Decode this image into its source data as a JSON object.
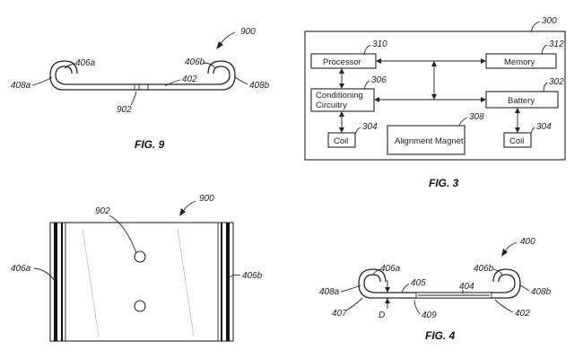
{
  "fig9": {
    "ref": "900",
    "caption": "FIG. 9",
    "labels": {
      "l406a": "406a",
      "l408a": "408a",
      "l406b": "406b",
      "l408b": "408b",
      "l402": "402",
      "l902": "902"
    }
  },
  "fig3": {
    "ref": "300",
    "caption": "FIG. 3",
    "blocks": {
      "processor": "Processor",
      "memory": "Memory",
      "conditioning_line1": "Conditioning",
      "conditioning_line2": "Circuitry",
      "battery": "Battery",
      "coil_left": "Coil",
      "coil_right": "Coil",
      "alignment_magnet": "Alignment Magnet"
    },
    "labels": {
      "l310": "310",
      "l312": "312",
      "l306": "306",
      "l302": "302",
      "l304a": "304",
      "l304b": "304",
      "l308": "308"
    }
  },
  "fig9top": {
    "ref": "900",
    "labels": {
      "l902": "902",
      "l406a": "406a",
      "l406b": "406b"
    }
  },
  "fig4": {
    "ref": "400",
    "caption": "FIG. 4",
    "labels": {
      "l406a": "406a",
      "l406b": "406b",
      "l408a": "408a",
      "l408b": "408b",
      "l405": "405",
      "l404": "404",
      "l407": "407",
      "l409": "409",
      "l402": "402",
      "lD": "D"
    }
  }
}
